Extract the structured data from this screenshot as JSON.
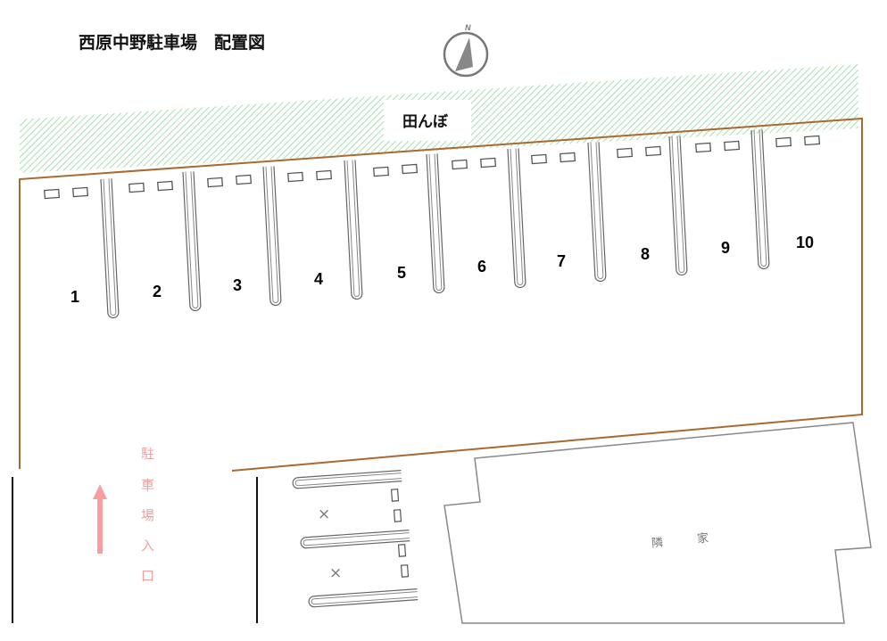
{
  "title": "西原中野駐車場　配置図",
  "compass": {
    "label": "N",
    "icon": "north-arrow-icon"
  },
  "rice_field": {
    "label": "田んぼ",
    "color": "#a8e0b0"
  },
  "parking_spaces": [
    {
      "number": "1"
    },
    {
      "number": "2"
    },
    {
      "number": "3"
    },
    {
      "number": "4"
    },
    {
      "number": "5"
    },
    {
      "number": "6"
    },
    {
      "number": "7"
    },
    {
      "number": "8"
    },
    {
      "number": "9"
    },
    {
      "number": "10"
    }
  ],
  "entrance": {
    "chars": [
      "駐",
      "車",
      "場",
      "入",
      "口"
    ],
    "color": "#f4a0a0",
    "icon": "up-arrow-icon"
  },
  "neighbor": {
    "chars": [
      "隣",
      "家"
    ]
  },
  "excluded_marks": [
    "×",
    "×"
  ],
  "colors": {
    "boundary": "#a86a30",
    "divider": "#666666",
    "neighbor_outline": "#888888"
  }
}
